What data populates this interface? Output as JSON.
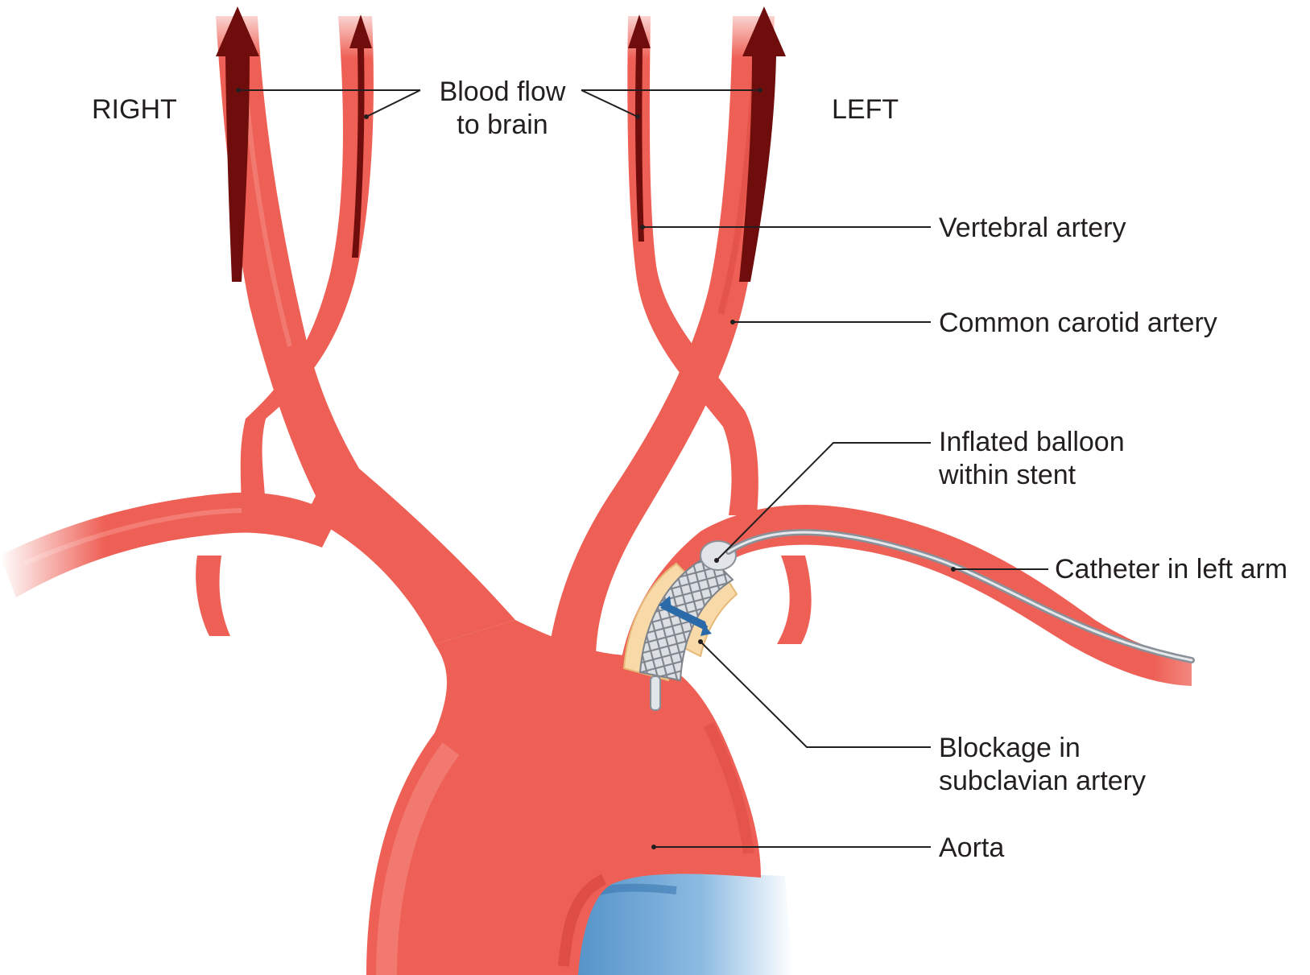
{
  "side_labels": {
    "right": "RIGHT",
    "left": "LEFT"
  },
  "labels": {
    "blood_flow": [
      "Blood flow",
      "to brain"
    ],
    "vertebral_artery": "Vertebral artery",
    "common_carotid_artery": "Common carotid artery",
    "inflated_balloon": [
      "Inflated balloon",
      "within stent"
    ],
    "catheter": "Catheter in left arm",
    "blockage": [
      "Blockage in",
      "subclavian artery"
    ],
    "aorta": "Aorta"
  },
  "colors": {
    "artery": "#ee6055",
    "artery_shadow": "#d9473f",
    "artery_highlight": "#f4857c",
    "flow_arrow": "#6f0d0d",
    "plaque": "#f8d9a8",
    "stent": "#b9bcc2",
    "catheter": "#9aa3b0",
    "balloon_arrow": "#2a6aa8",
    "pulmonary": "#6ba6d6",
    "text": "#231f20"
  },
  "icons": {
    "flow_arrows": "upward-arrow-icon",
    "expansion_arrow": "double-headed-arrow-icon"
  }
}
